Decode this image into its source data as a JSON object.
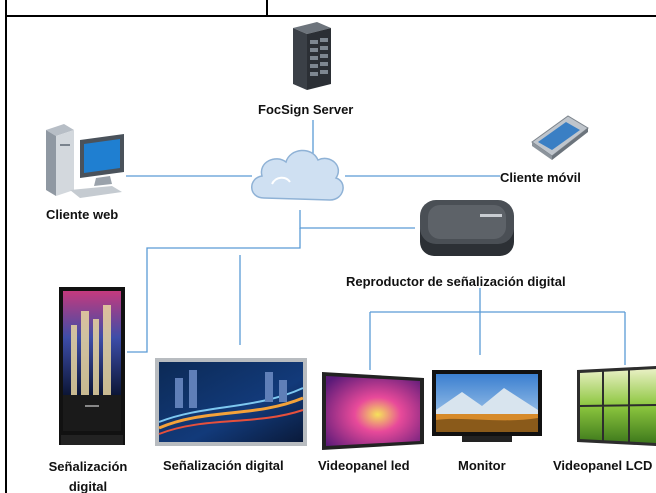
{
  "nodes": {
    "server": "FocSign Server",
    "web_client": "Cliente web",
    "mobile_client": "Cliente móvil",
    "player": "Reproductor de señalización digital",
    "kiosk": "Señalización digital",
    "wide_display": "Señalización digital",
    "led_panel": "Videopanel led",
    "monitor": "Monitor",
    "lcd_wall": "Videopanel LCD"
  },
  "colors": {
    "link": "#5b9bd5",
    "cloud": "#cfe0f2",
    "frame": "#000000"
  },
  "icons": [
    "server-icon",
    "desktop-pc-icon",
    "cloud-icon",
    "mobile-phone-icon",
    "media-player-icon",
    "kiosk-display-icon",
    "wide-display-icon",
    "led-panel-icon",
    "monitor-icon",
    "video-wall-icon"
  ]
}
